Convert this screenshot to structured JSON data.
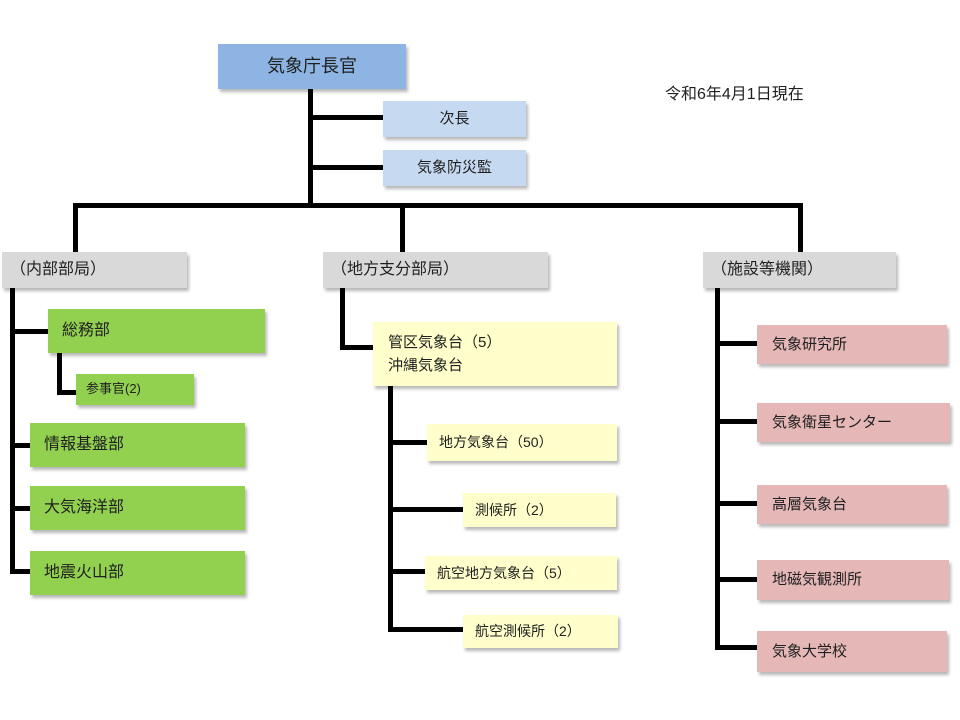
{
  "note": "令和6年4月1日現在",
  "top": {
    "root": "気象庁長官",
    "deputy1": "次長",
    "deputy2": "気象防災監"
  },
  "internal": {
    "header": "（内部部局）",
    "soumu": "総務部",
    "sanjikan": "参事官(2)",
    "jouhou": "情報基盤部",
    "taiki": "大気海洋部",
    "jishin": "地震火山部"
  },
  "regional": {
    "header": "（地方支分部局）",
    "kanku_line1": "管区気象台（5）",
    "kanku_line2": "沖縄気象台",
    "chihou": "地方気象台（50）",
    "sokkou": "測候所（2）",
    "koukuu_chihou": "航空地方気象台（5）",
    "koukuu_sokkou": "航空測候所（2）"
  },
  "facilities": {
    "header": "（施設等機関）",
    "kenkyujo": "気象研究所",
    "eisei": "気象衛星センター",
    "kousou": "高層気象台",
    "chijiki": "地磁気観測所",
    "daigakkou": "気象大学校"
  },
  "colors": {
    "root_blue": "#8DB4E2",
    "deputy_blue": "#C5D9F1",
    "header_gray": "#D9D9D9",
    "internal_green": "#92D050",
    "regional_yellow": "#FFFFCC",
    "facility_pink": "#E5B8B7",
    "connector_black": "#000000"
  }
}
